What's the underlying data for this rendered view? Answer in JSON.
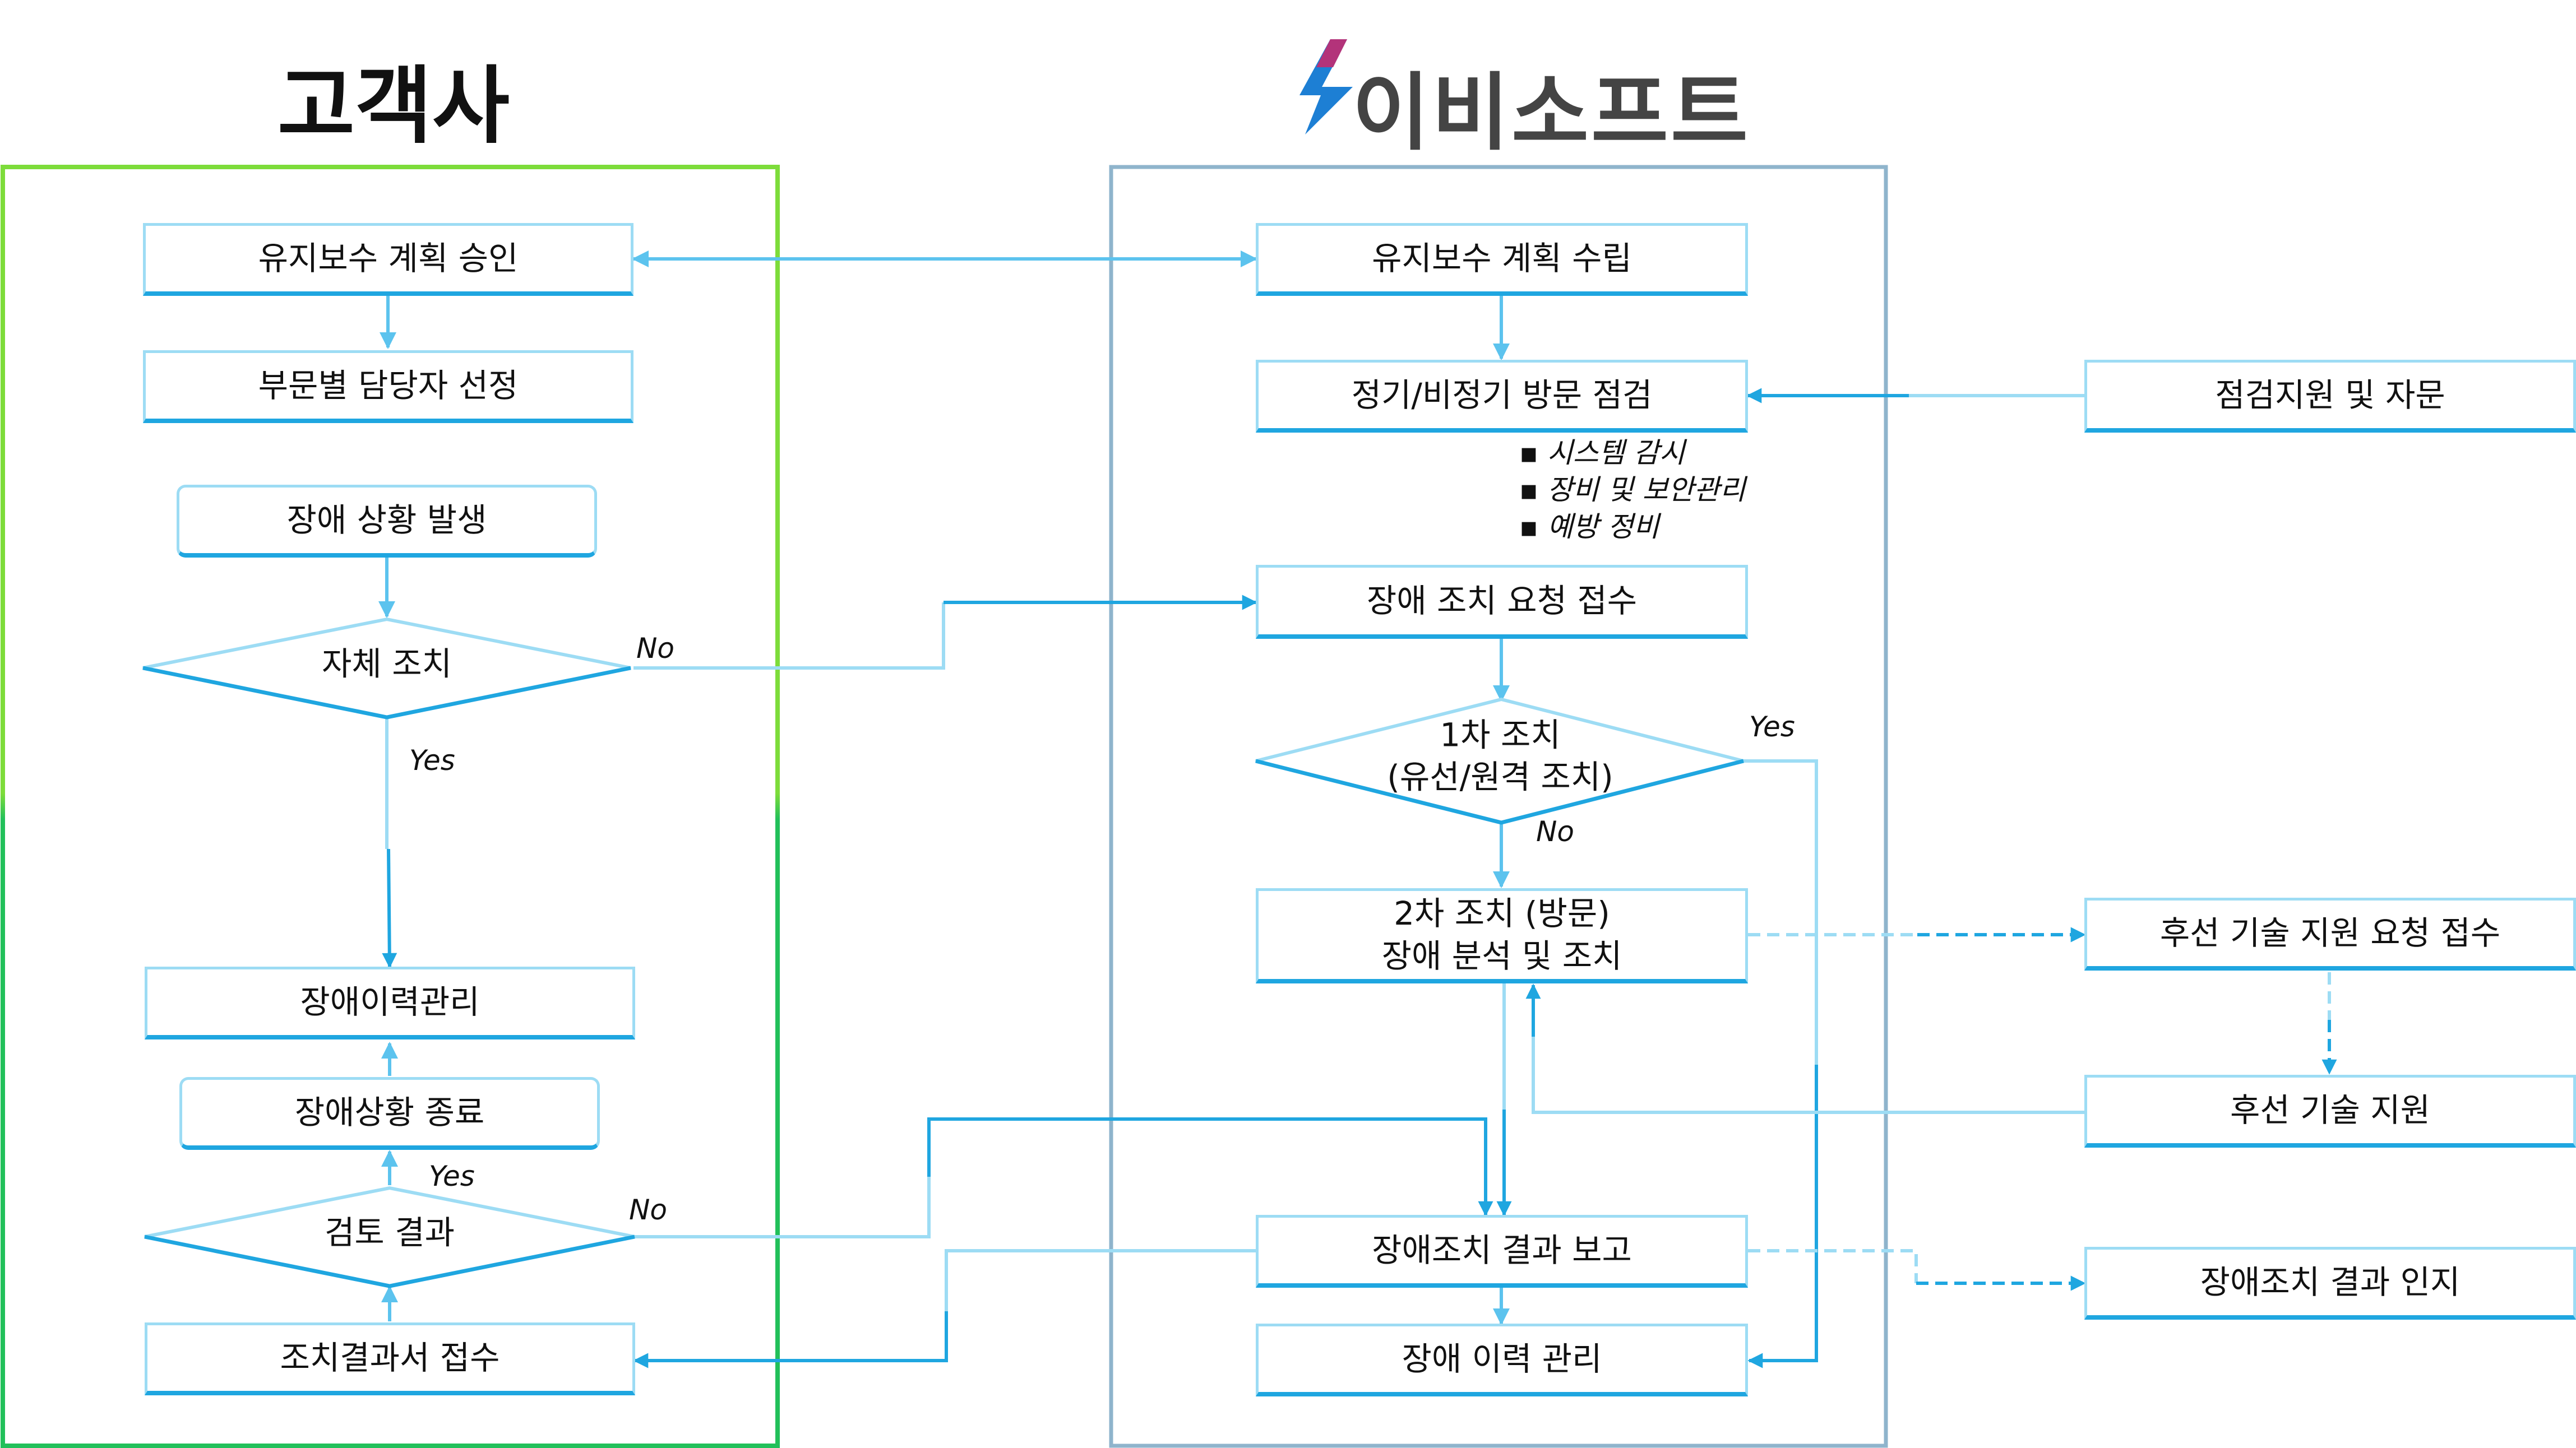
{
  "titles": {
    "customer": "고객사",
    "provider": "이비소프트"
  },
  "colors": {
    "line_light": "#9ddcf4",
    "line_dark": "#1fa6e0",
    "customer_top": "#7ddc3a",
    "customer_bottom": "#22c05a",
    "provider_border": "#8fb4cc"
  },
  "customer": {
    "approve_plan": "유지보수 계획 승인",
    "assign_manager": "부문별 담당자 선정",
    "incident_occurs": "장애 상황 발생",
    "self_action": "자체 조치",
    "history_mgmt": "장애이력관리",
    "incident_closed": "장애상황 종료",
    "review_result": "검토 결과",
    "receive_report": "조치결과서 접수"
  },
  "provider": {
    "make_plan": "유지보수 계획 수립",
    "inspection": "정기/비정기 방문 점검",
    "inspection_items": [
      "시스템 감시",
      "장비 및 보안관리",
      "예방 정비"
    ],
    "receive_request": "장애 조치 요청 접수",
    "first_action_line1": "1차 조치",
    "first_action_line2": "(유선/원격 조치)",
    "second_action_line1": "2차 조치 (방문)",
    "second_action_line2": "장애 분석 및 조치",
    "report": "장애조치 결과 보고",
    "history": "장애 이력 관리"
  },
  "external": {
    "support_advice": "점검지원 및 자문",
    "vendor_request": "후선 기술 지원 요청 접수",
    "vendor_support": "후선 기술 지원",
    "acknowledge": "장애조치 결과 인지"
  },
  "labels": {
    "yes": "Yes",
    "no": "No"
  }
}
